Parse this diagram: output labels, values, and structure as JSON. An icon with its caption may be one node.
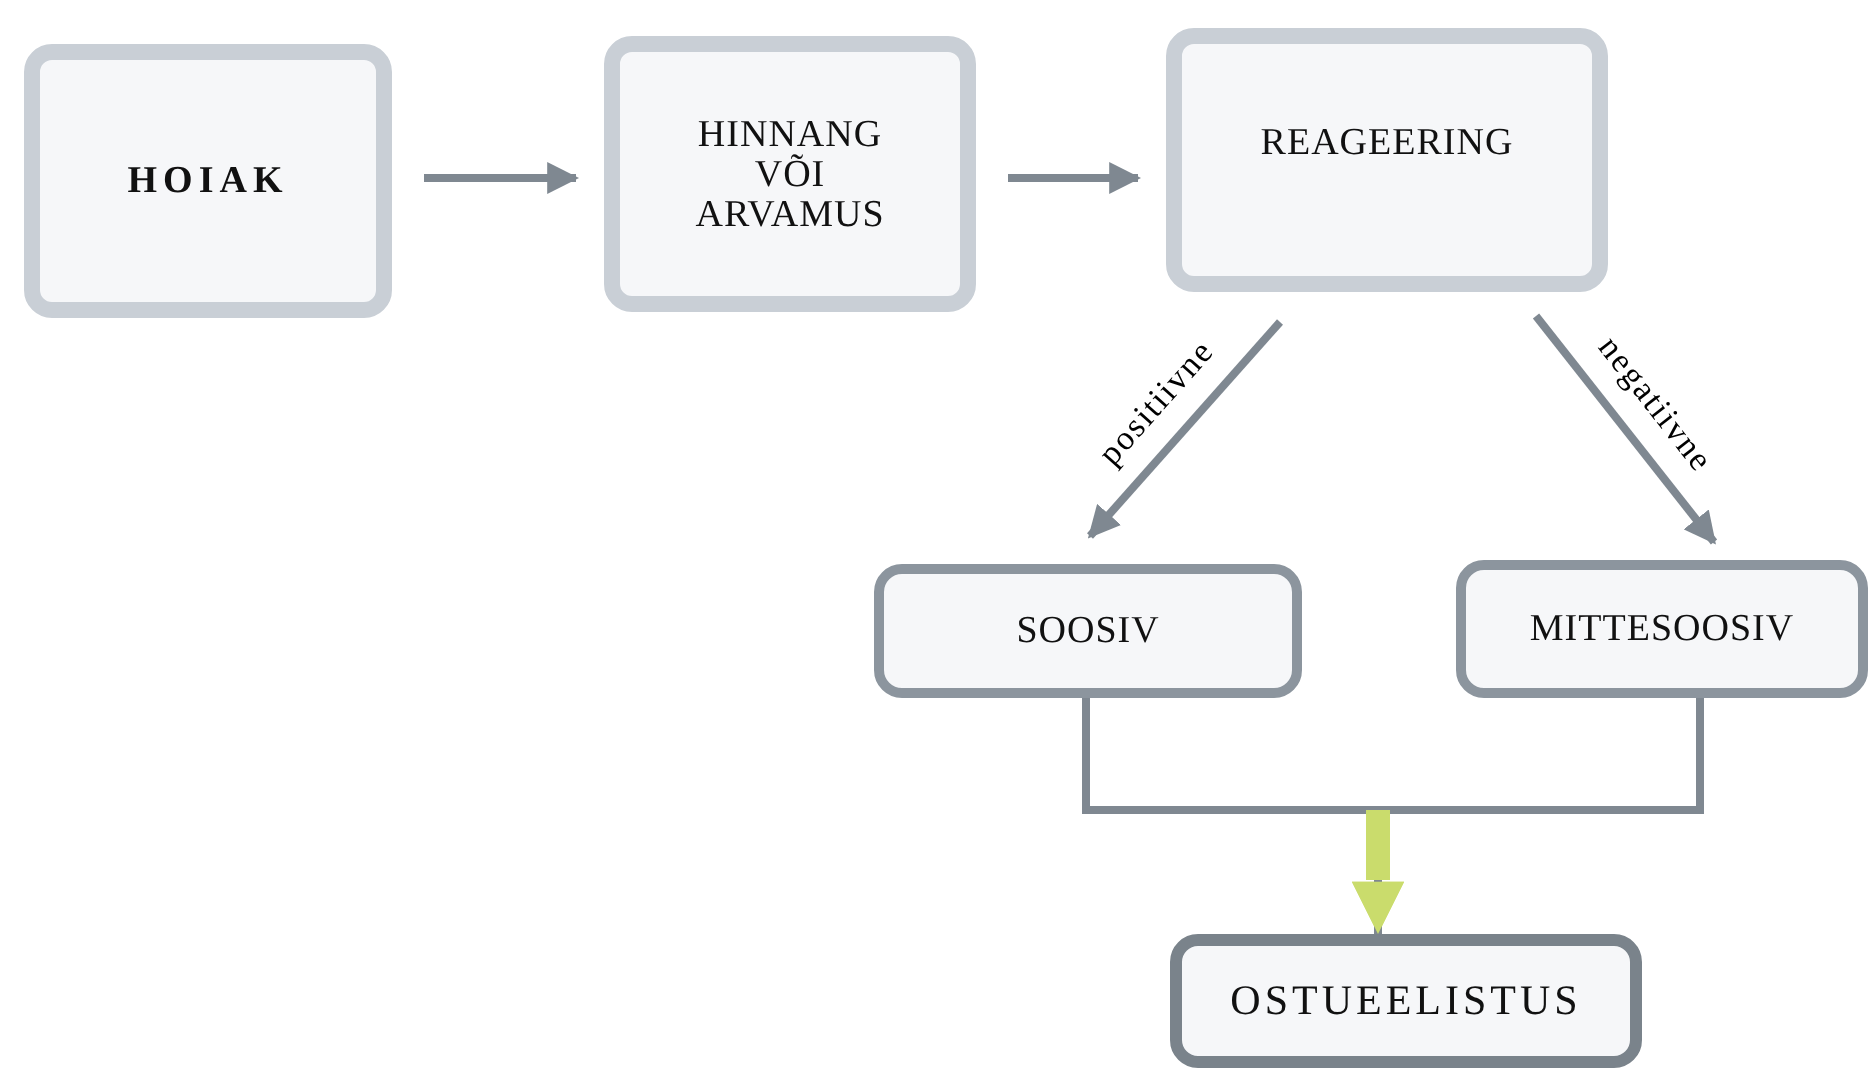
{
  "diagram": {
    "nodes": [
      {
        "text": [
          "HOIAK"
        ]
      },
      {
        "text": [
          "HINNANG VÕI ARVAMUS"
        ]
      },
      {
        "text": [
          "REAGEERING"
        ]
      },
      {
        "text": [
          "SOOSIV"
        ]
      },
      {
        "text": [
          "MITTESOOSIV"
        ]
      },
      {
        "text": [
          "OSTUEELISTUS"
        ]
      }
    ],
    "edges": [
      {
        "from": 0,
        "to": 1,
        "arrow": "to"
      },
      {
        "from": 1,
        "to": 2,
        "arrow": "to"
      },
      {
        "from": 2,
        "to": 3,
        "arrow": "to",
        "label": "positiivne"
      },
      {
        "from": 2,
        "to": 4,
        "arrow": "to",
        "label": "negatiivne"
      },
      {
        "from": 3,
        "to": 5,
        "arrow": "to"
      },
      {
        "from": 4,
        "to": 5,
        "arrow": "to"
      }
    ]
  }
}
